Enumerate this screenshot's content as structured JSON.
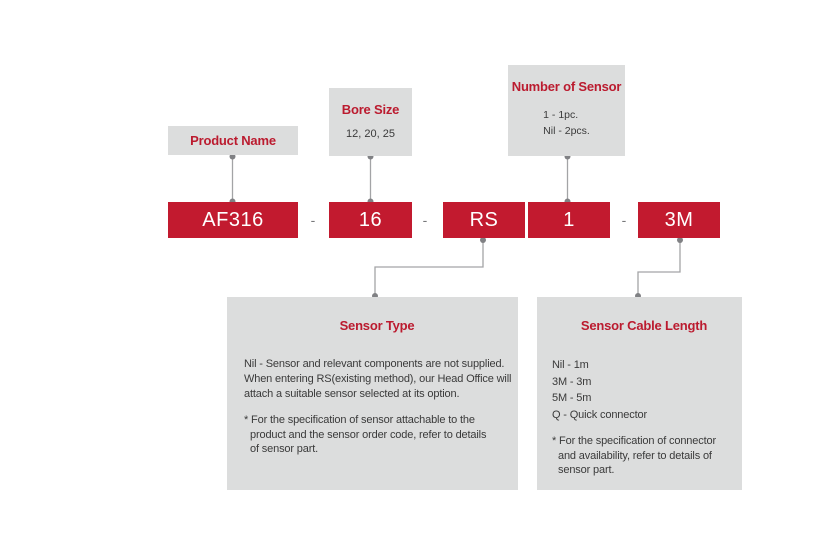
{
  "colors": {
    "accent_red": "#c21a2f",
    "title_red": "#bb1b2f",
    "box_gray": "#dcdddd",
    "text_dark": "#3a3a3a",
    "connector_gray": "#a3a4a6",
    "dot_gray": "#808184"
  },
  "code_row": {
    "separator": "-",
    "segments": [
      {
        "id": "product",
        "label": "AF316"
      },
      {
        "id": "bore",
        "label": "16"
      },
      {
        "id": "sensor",
        "label": "RS"
      },
      {
        "id": "count",
        "label": "1"
      },
      {
        "id": "cable",
        "label": "3M"
      }
    ]
  },
  "callouts": {
    "product_name": {
      "title": "Product Name"
    },
    "bore_size": {
      "title": "Bore Size",
      "value": "12, 20, 25"
    },
    "number_of_sensor": {
      "title": "Number of Sensor",
      "options": [
        "1 - 1pc.",
        "Nil - 2pcs."
      ]
    },
    "sensor_type": {
      "title": "Sensor Type",
      "description_lines": [
        "Nil - Sensor and relevant components are not supplied.",
        "When entering RS(existing method), our Head Office will",
        "attach a suitable sensor selected at its option."
      ],
      "note_lines": [
        "* For the specification of sensor attachable to the",
        "product and the sensor order code, refer to details",
        "of sensor part."
      ]
    },
    "sensor_cable_length": {
      "title": "Sensor Cable Length",
      "options": [
        "Nil - 1m",
        "3M - 3m",
        "5M - 5m",
        "Q - Quick connector"
      ],
      "note_lines": [
        "* For the specification of connector",
        "and availability, refer to details of",
        "sensor part."
      ]
    }
  }
}
